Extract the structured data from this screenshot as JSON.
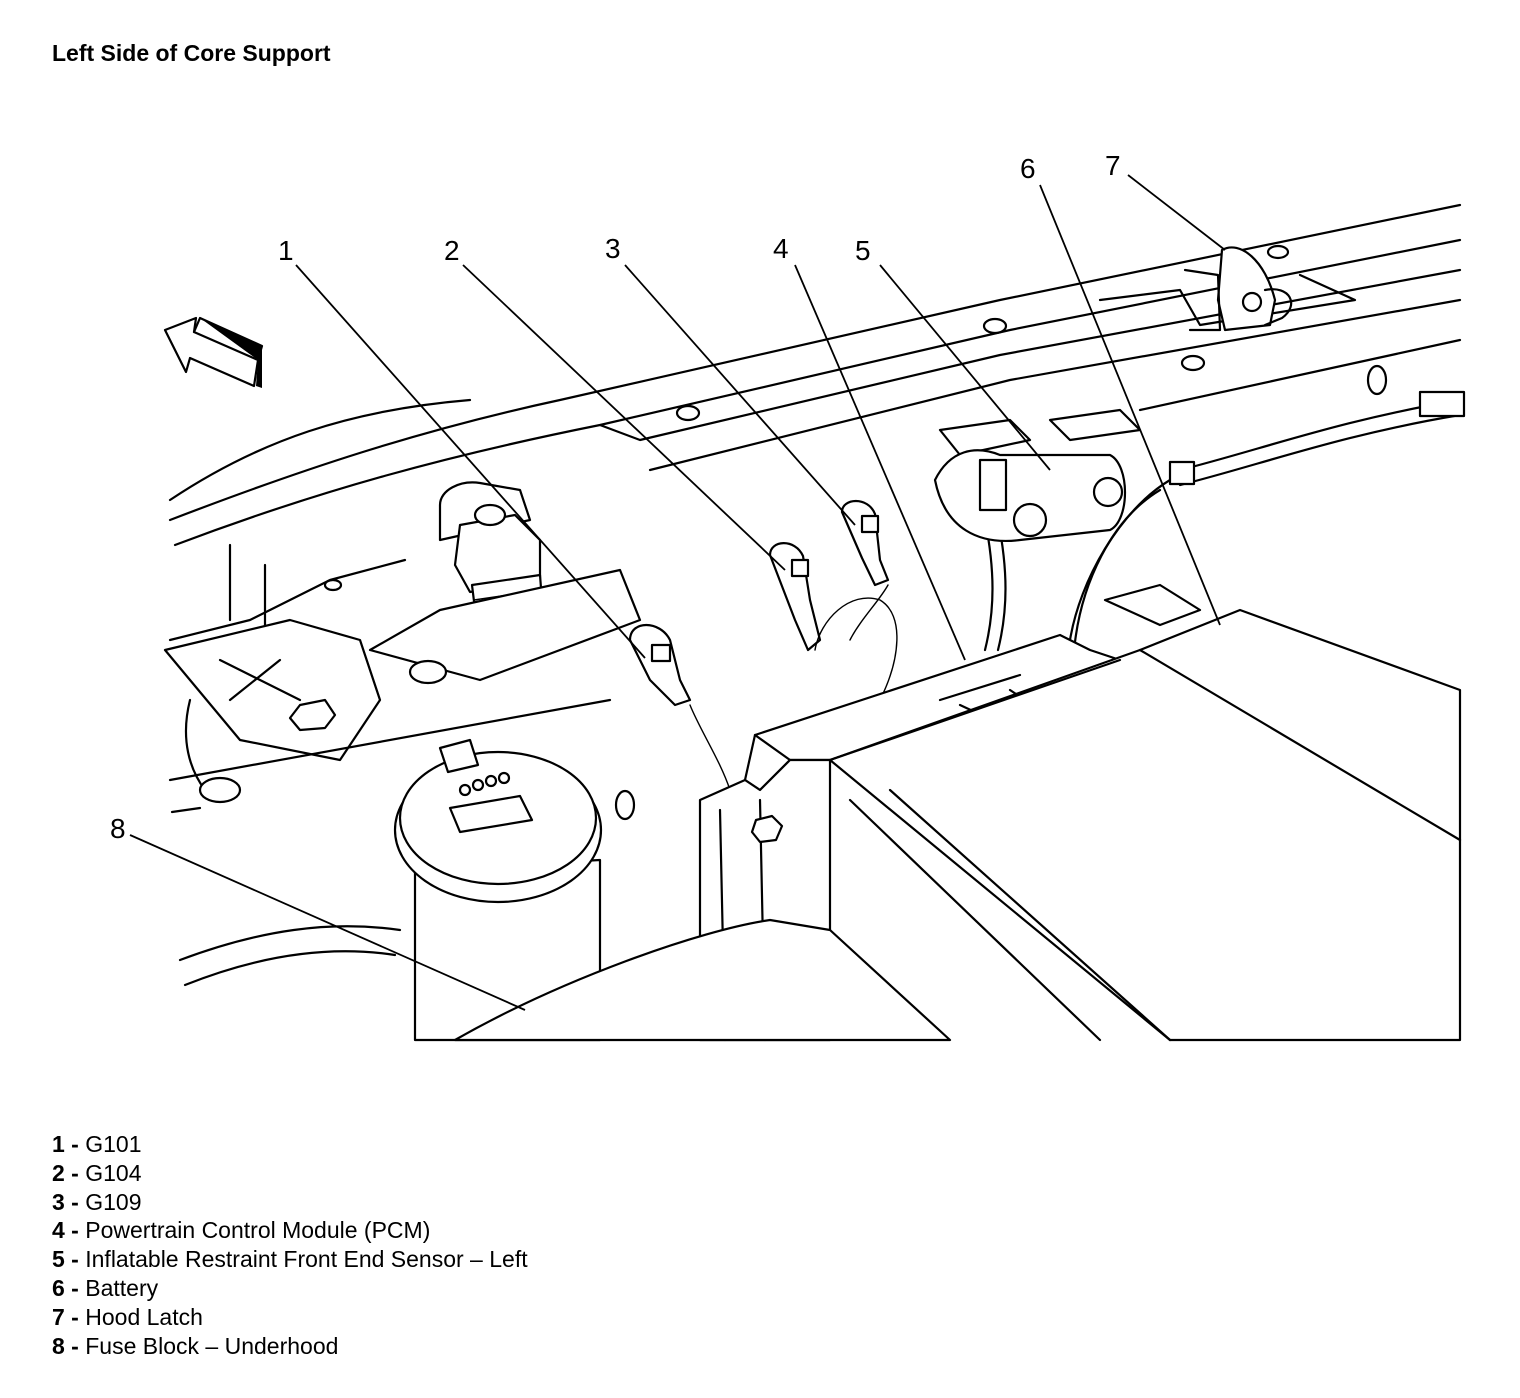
{
  "title": "Left Side of Core Support",
  "callouts": [
    {
      "number": "1",
      "label": "G101"
    },
    {
      "number": "2",
      "label": "G104"
    },
    {
      "number": "3",
      "label": "G109"
    },
    {
      "number": "4",
      "label": "Powertrain Control Module (PCM)"
    },
    {
      "number": "5",
      "label": "Inflatable Restraint Front End Sensor – Left"
    },
    {
      "number": "6",
      "label": "Battery"
    },
    {
      "number": "7",
      "label": "Hood Latch"
    },
    {
      "number": "8",
      "label": "Fuse Block – Underhood"
    }
  ],
  "icons": [
    "direction-arrow-icon"
  ],
  "colors": {
    "line": "#000000",
    "background": "#ffffff"
  }
}
